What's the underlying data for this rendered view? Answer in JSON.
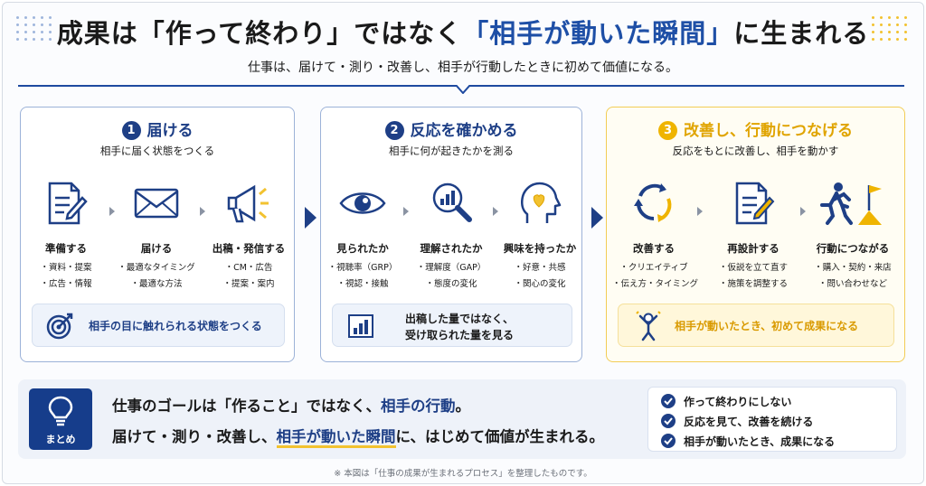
{
  "header": {
    "title_part1": "成果は「作って終わり」ではなく",
    "title_highlight": "「相手が動いた瞬間」",
    "title_part2": "に生まれる",
    "subtitle": "仕事は、届けて・測り・改善し、相手が行動したときに初めて価値になる。"
  },
  "colors": {
    "navy": "#1e3f86",
    "blue": "#1e4fa6",
    "gold": "#efb400",
    "light_bg": "#eef2f9"
  },
  "cards": [
    {
      "number": "1",
      "title": "届ける",
      "subtitle": "相手に届く状態をつくる",
      "columns": [
        {
          "icon": "document-pen-icon",
          "title": "準備する",
          "items": [
            "・資料・提案",
            "・広告・情報"
          ]
        },
        {
          "icon": "envelope-icon",
          "title": "届ける",
          "items": [
            "・最適なタイミング",
            "・最適な方法"
          ]
        },
        {
          "icon": "megaphone-icon",
          "title": "出稿・発信する",
          "items": [
            "・CM・広告",
            "・提案・案内"
          ]
        }
      ],
      "callout_icon": "target-icon",
      "callout": "相手の目に触れられる状態をつくる"
    },
    {
      "number": "2",
      "title": "反応を確かめる",
      "subtitle": "相手に何が起きたかを測る",
      "columns": [
        {
          "icon": "eye-icon",
          "title": "見られたか",
          "items": [
            "・視聴率（GRP）",
            "・視認・接触"
          ]
        },
        {
          "icon": "magnifier-chart-icon",
          "title": "理解されたか",
          "items": [
            "・理解度（GAP）",
            "・態度の変化"
          ]
        },
        {
          "icon": "head-heart-icon",
          "title": "興味を持ったか",
          "items": [
            "・好意・共感",
            "・関心の変化"
          ]
        }
      ],
      "callout_icon": "bar-chart-icon",
      "callout_line1": "出稿した量ではなく、",
      "callout_line2": "受け取られた量を見る"
    },
    {
      "number": "3",
      "title": "改善し、行動につなげる",
      "subtitle": "反応をもとに改善し、相手を動かす",
      "columns": [
        {
          "icon": "cycle-arrows-icon",
          "title": "改善する",
          "items": [
            "・クリエイティブ",
            "・伝え方・タイミング"
          ]
        },
        {
          "icon": "document-pen-icon",
          "title": "再設計する",
          "items": [
            "・仮説を立て直す",
            "・施策を調整する"
          ]
        },
        {
          "icon": "runner-flag-icon",
          "title": "行動につながる",
          "items": [
            "・購入・契約・来店",
            "・問い合わせなど"
          ]
        }
      ],
      "callout_icon": "person-cheer-icon",
      "callout": "相手が動いたとき、初めて成果になる"
    }
  ],
  "summary": {
    "badge_icon": "lightbulb-icon",
    "badge_label": "まとめ",
    "line1_a": "仕事のゴールは「作ること」ではなく、",
    "line1_hl": "相手の行動",
    "line1_b": "。",
    "line2_a": "届けて・測り・改善し、",
    "line2_hl": "相手が動いた瞬間",
    "line2_b": "に、はじめて価値が生まれる。",
    "checks": [
      "作って終わりにしない",
      "反応を見て、改善を続ける",
      "相手が動いたとき、成果になる"
    ]
  },
  "footnote": "※ 本図は「仕事の成果が生まれるプロセス」を整理したものです。"
}
